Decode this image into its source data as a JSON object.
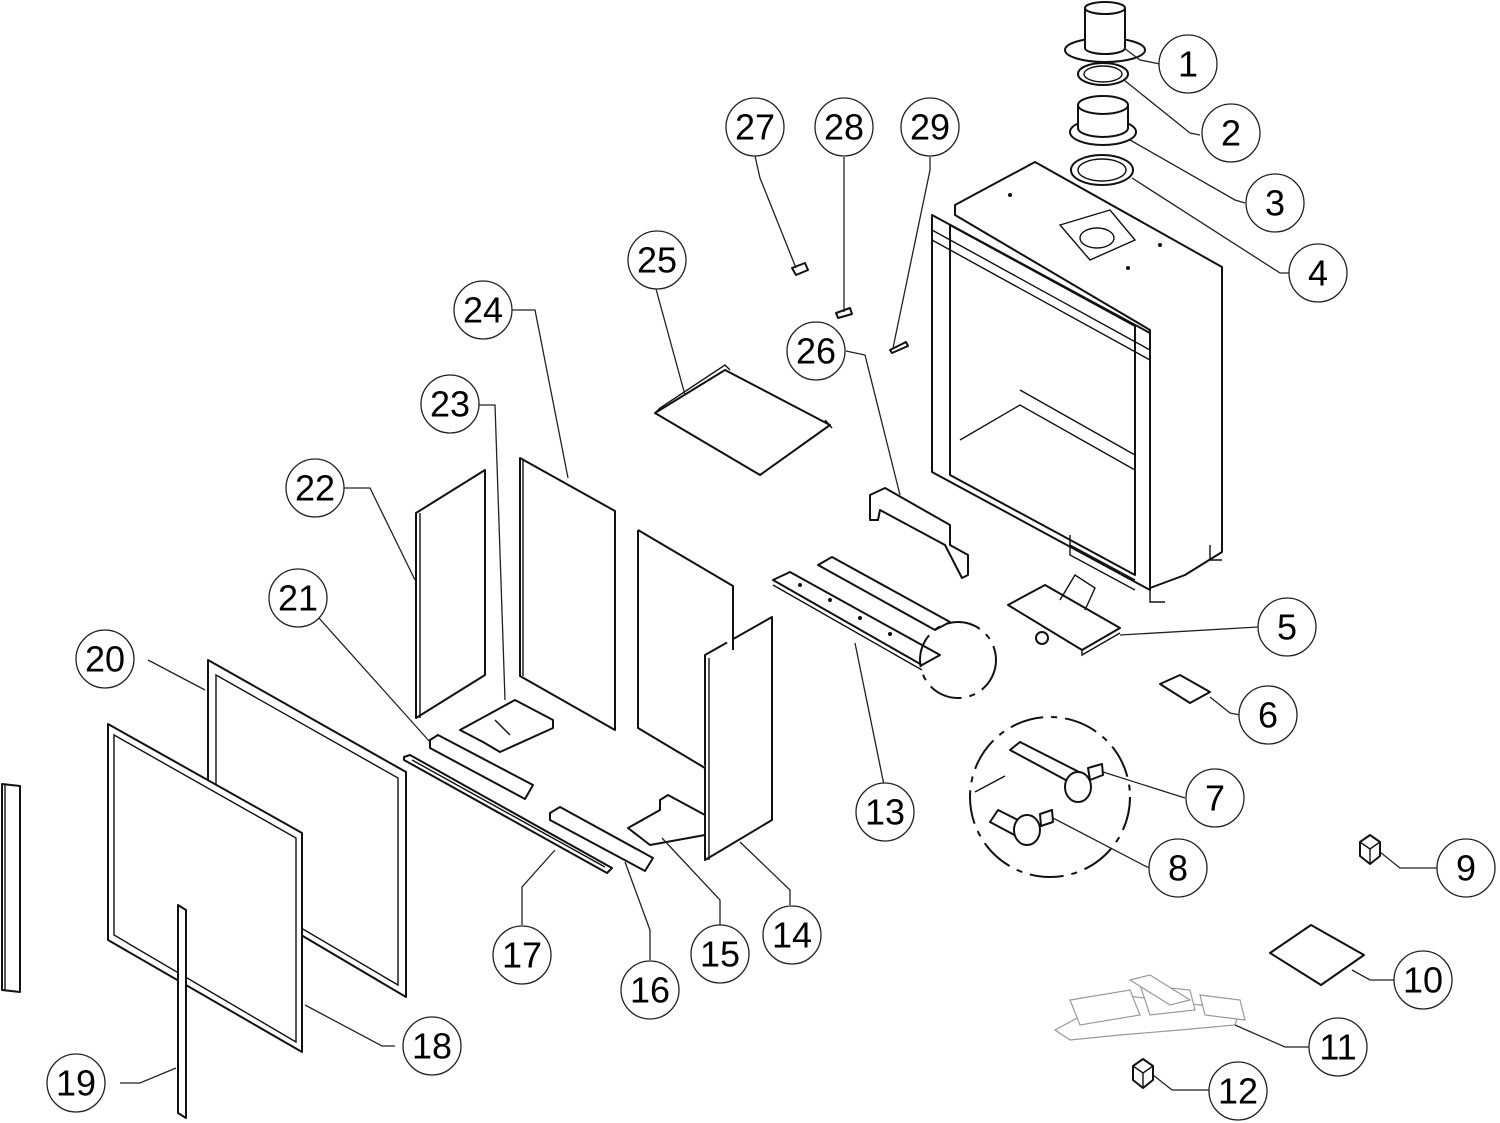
{
  "diagram": {
    "type": "exploded-parts-diagram",
    "subject": "fireplace",
    "callouts": [
      {
        "id": "1",
        "part": "vent-collar-inner"
      },
      {
        "id": "2",
        "part": "gasket-ring-small"
      },
      {
        "id": "3",
        "part": "vent-collar-outer"
      },
      {
        "id": "4",
        "part": "gasket-ring-large"
      },
      {
        "id": "5",
        "part": "valve-assembly"
      },
      {
        "id": "6",
        "part": "access-cover"
      },
      {
        "id": "7",
        "part": "burner-orifice-bracket-upper"
      },
      {
        "id": "8",
        "part": "burner-orifice-bracket-lower"
      },
      {
        "id": "9",
        "part": "small-cube-part"
      },
      {
        "id": "10",
        "part": "flat-sheet"
      },
      {
        "id": "11",
        "part": "log-set"
      },
      {
        "id": "12",
        "part": "small-cube-part"
      },
      {
        "id": "13",
        "part": "burner-tray"
      },
      {
        "id": "14",
        "part": "side-refractory-panel-right"
      },
      {
        "id": "15",
        "part": "floor-refractory-right"
      },
      {
        "id": "16",
        "part": "front-refractory-log-rail"
      },
      {
        "id": "17",
        "part": "front-channel-rail"
      },
      {
        "id": "18",
        "part": "glass-door-front"
      },
      {
        "id": "19",
        "part": "side-trim-strip"
      },
      {
        "id": "20",
        "part": "glass-door-frame"
      },
      {
        "id": "21",
        "part": "front-refractory-rail-left"
      },
      {
        "id": "22",
        "part": "side-refractory-panel-left"
      },
      {
        "id": "23",
        "part": "floor-refractory-left"
      },
      {
        "id": "24",
        "part": "back-refractory-panel"
      },
      {
        "id": "25",
        "part": "baffle-plate"
      },
      {
        "id": "26",
        "part": "burner-support-bracket"
      },
      {
        "id": "27",
        "part": "clip"
      },
      {
        "id": "28",
        "part": "clip-small"
      },
      {
        "id": "29",
        "part": "pin"
      }
    ]
  },
  "colors": {
    "line": "#111111",
    "background": "#ffffff",
    "logs": "#9a9a9a"
  }
}
